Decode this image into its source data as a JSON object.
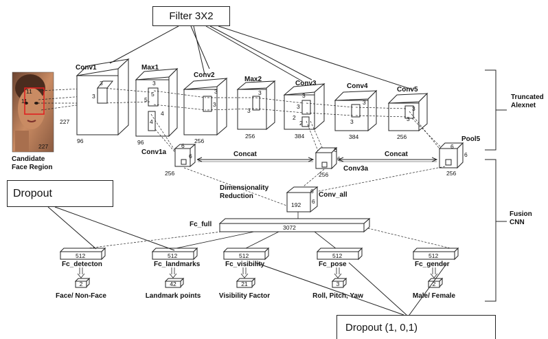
{
  "callouts": {
    "filter": "Filter 3X2",
    "dropout": "Dropout",
    "dropout_task": "Dropout (1, 0,1)"
  },
  "input": {
    "title": "Candidate Face Region",
    "title_line1": "Candidate",
    "title_line2": "Face Region",
    "width": "227",
    "height": "227",
    "kernel_w": "11",
    "kernel_h": "11"
  },
  "layers": {
    "conv1": {
      "label": "Conv1",
      "depth": "96",
      "k1": "3",
      "k2": "3"
    },
    "max1": {
      "label": "Max1",
      "depth": "96",
      "k1": "3",
      "k2": "5",
      "k3": "5",
      "k4": "4",
      "k5": "4"
    },
    "conv2": {
      "label": "Conv2",
      "depth": "256",
      "k1": "3",
      "k2": "3"
    },
    "max2": {
      "label": "Max2",
      "depth": "256",
      "k1": "3",
      "k2": "3"
    },
    "conv3": {
      "label": "Conv3",
      "depth": "384",
      "k1": "3",
      "k2": "3",
      "k3": "2",
      "k4": "2"
    },
    "conv4": {
      "label": "Conv4",
      "depth": "384",
      "k1": "3",
      "k2": "3"
    },
    "conv5": {
      "label": "Conv5",
      "depth": "256",
      "k1": "3",
      "k2": "3"
    },
    "conv1a": {
      "label": "Conv1a",
      "depth": "256",
      "s1": "6",
      "s2": "6"
    },
    "conv3a": {
      "label": "Conv3a",
      "depth": "256",
      "s1": "6",
      "s2": "6"
    },
    "pool5": {
      "label": "Pool5",
      "depth": "256",
      "s1": "6",
      "s2": "6"
    },
    "conv_all": {
      "label": "Conv_all",
      "depth": "192",
      "s1": "6",
      "s2": "6"
    }
  },
  "concat": {
    "left": "Concat",
    "right": "Concat"
  },
  "dim_reduction": {
    "line1": "Dimensionality",
    "line2": "Reduction"
  },
  "fc_full": {
    "label": "Fc_full",
    "value": "3072"
  },
  "heads": [
    {
      "name": "Fc_detecton",
      "size": "512",
      "out": "2",
      "task": "Face/ Non-Face"
    },
    {
      "name": "Fc_landmarks",
      "size": "512",
      "out": "42",
      "task": "Landmark points"
    },
    {
      "name": "Fc_visibility",
      "size": "512",
      "out": "21",
      "task": "Visibility Factor"
    },
    {
      "name": "Fc_pose",
      "size": "512",
      "out": "3",
      "task": "Roll, Pitch, Yaw"
    },
    {
      "name": "Fc_gender",
      "size": "512",
      "out": "2",
      "task": "Male/ Female"
    }
  ],
  "sections": {
    "truncated_line1": "Truncated",
    "truncated_line2": "Alexnet",
    "fusion_line1": "Fusion",
    "fusion_line2": "CNN"
  },
  "colors": {
    "line": "#222222",
    "face_box": "#e02020",
    "skin": "#c98b63",
    "hair": "#4a2c1e"
  }
}
